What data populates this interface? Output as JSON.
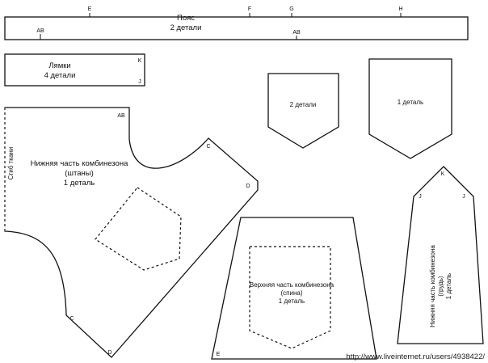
{
  "colors": {
    "line": "#111111",
    "paper": "#ffffff"
  },
  "belt": {
    "title": "Пояс",
    "count": "2 детали",
    "marks": {
      "e": "E",
      "f": "F",
      "g": "G",
      "h": "H",
      "ab_left": "AB",
      "ab_right": "AB"
    }
  },
  "straps": {
    "title": "Лямки",
    "count": "4 детали",
    "marks": {
      "k": "K",
      "j": "J"
    }
  },
  "pocket_small": {
    "count": "2 детали"
  },
  "pocket_large": {
    "count": "1 деталь"
  },
  "trousers": {
    "title": "Нижняя часть комбинезона",
    "subtitle": "(штаны)",
    "count": "1 деталь",
    "fold": "Сгиб ткани",
    "marks": {
      "ab": "AB",
      "c_top": "C",
      "d_top": "D",
      "c_bottom": "C",
      "d_bottom": "D"
    }
  },
  "back": {
    "title": "Верхняя часть комбинезона",
    "subtitle": "(спина)",
    "count": "1 деталь",
    "marks": {
      "e": "E"
    }
  },
  "bib": {
    "title": "Нижняя часть комбинезона",
    "subtitle": "(грудь)",
    "count": "1 деталь",
    "marks": {
      "k": "K",
      "j_left": "J",
      "j_right": "J"
    }
  },
  "watermark": "http://www.liveinternet.ru/users/4938422/"
}
